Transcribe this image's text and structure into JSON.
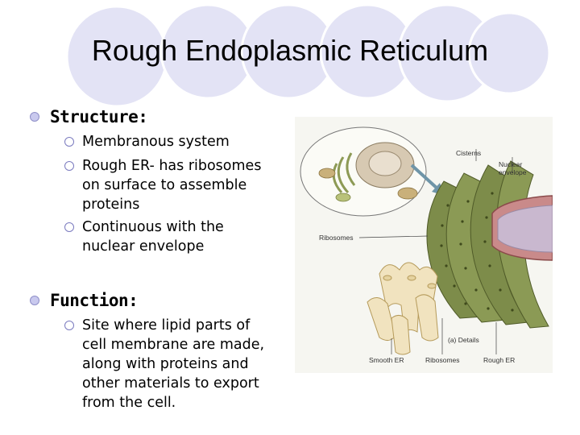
{
  "slide": {
    "title": "Rough Endoplasmic Reticulum",
    "sections": [
      {
        "heading": "Structure:",
        "items": [
          {
            "lines": [
              "Membranous system"
            ]
          },
          {
            "lines": [
              "Rough ER- has ribosomes",
              "on surface to assemble",
              "proteins"
            ]
          },
          {
            "lines": [
              "Continuous with the",
              "nuclear envelope"
            ]
          }
        ]
      },
      {
        "heading": "Function:",
        "items": [
          {
            "lines": [
              "Site where lipid parts of",
              "cell membrane are made,",
              "along with proteins and",
              "other materials to export",
              "from the cell."
            ]
          }
        ]
      }
    ]
  },
  "figure": {
    "labels": {
      "cisterns": "Cisterns",
      "nuclear": "Nuclear",
      "envelope": "envelope",
      "ribosomes": "Ribosomes",
      "details": "(a) Details",
      "smooth_er": "Smooth ER",
      "ribosomes_bottom": "Ribosomes",
      "rough_er": "Rough ER"
    }
  },
  "colors": {
    "circle_fill": "#e3e3f5",
    "bullet": "#c9c9ee",
    "er_green": "#7d8c4a",
    "nucleus": "#c98a8a"
  }
}
